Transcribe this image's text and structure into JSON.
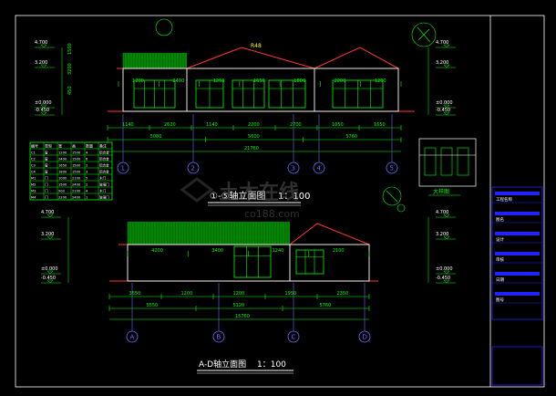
{
  "colors": {
    "background": "#000000",
    "frame": "#ffffff",
    "dim": "#00ff00",
    "wall": "#ffffff",
    "roof": "#ff3333",
    "grid": "#6a6aff",
    "tag": "#ffff00",
    "fill_green": "#00c000",
    "titleblock": "#2222ff",
    "watermark": "#505050"
  },
  "top_elevation": {
    "title": "①-⑤轴立面图",
    "scale": "1：100",
    "axis_labels": [
      "1",
      "2",
      "3",
      "4",
      "5"
    ],
    "bay_dims": [
      "1140",
      "2620",
      "1140",
      "2200",
      "2700",
      "1050",
      "1650"
    ],
    "span_dims": [
      "5080",
      "5600",
      "5760"
    ],
    "total_dim": "21760",
    "window_dims": [
      "1200",
      "2400",
      "1250",
      "1650",
      "1800",
      "2200",
      "1200"
    ],
    "left_levels": [
      "4.700",
      "3.200",
      "±0.000",
      "-0.450"
    ],
    "right_levels": [
      "4.700",
      "3.200",
      "±0.000",
      "-0.450"
    ],
    "left_vertical_dims": [
      "1500",
      "3200",
      "450"
    ],
    "roof_note": "R48"
  },
  "bottom_elevation": {
    "title": "A-D轴立面图",
    "scale": "1：100",
    "axis_labels": [
      "A",
      "B",
      "C",
      "D"
    ],
    "bay_dims": [
      "3650",
      "1200",
      "1200",
      "1950",
      "2350"
    ],
    "span_dims": [
      "5550",
      "5120",
      "5760"
    ],
    "total_dim": "15760",
    "window_dims": [
      "4200",
      "3400",
      "1240",
      "2100"
    ],
    "left_levels": [
      "4.700",
      "3.200",
      "±0.000",
      "-0.450"
    ],
    "right_levels": [
      "4.700",
      "3.200",
      "±0.000",
      "-0.450"
    ]
  },
  "door_table": {
    "headers": [
      "编号",
      "类型",
      "宽",
      "高",
      "数量",
      "备注"
    ],
    "rows": [
      [
        "C1",
        "窗",
        "1200",
        "1500",
        "4",
        "铝合金"
      ],
      [
        "C2",
        "窗",
        "2400",
        "1500",
        "6",
        "铝合金"
      ],
      [
        "C3",
        "窗",
        "1650",
        "1500",
        "2",
        "铝合金"
      ],
      [
        "C4",
        "窗",
        "1800",
        "1500",
        "3",
        "铝合金"
      ],
      [
        "M1",
        "门",
        "1000",
        "2100",
        "5",
        "木门"
      ],
      [
        "M2",
        "门",
        "1500",
        "2400",
        "2",
        "玻璃门"
      ],
      [
        "M3",
        "门",
        "900",
        "2100",
        "4",
        "木门"
      ],
      [
        "M4",
        "门",
        "2200",
        "2400",
        "1",
        "玻璃门"
      ]
    ]
  },
  "detail": {
    "label": "大样图"
  },
  "watermark": {
    "line1": "土木在线",
    "line2": "co188.com"
  },
  "title_block": {
    "row_labels": [
      "工程名称",
      "图名",
      "设计",
      "审核",
      "日期",
      "图号"
    ]
  }
}
